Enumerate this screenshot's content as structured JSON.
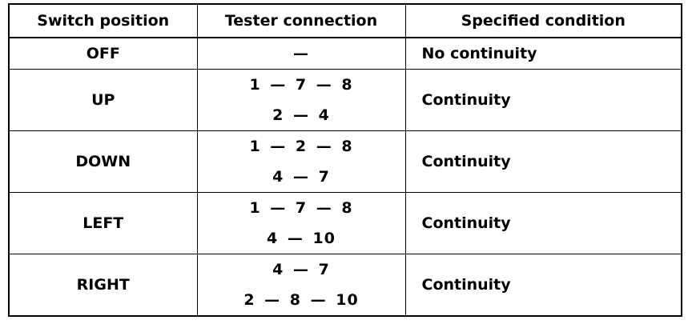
{
  "table": {
    "headers": [
      "Switch position",
      "Tester connection",
      "Specified condition"
    ],
    "rows": [
      {
        "position": "OFF",
        "connections": [
          "—"
        ],
        "condition": "No continuity"
      },
      {
        "position": "UP",
        "connections": [
          "1 — 7 — 8",
          "2 — 4"
        ],
        "condition": "Continuity"
      },
      {
        "position": "DOWN",
        "connections": [
          "1 — 2 — 8",
          "4 — 7"
        ],
        "condition": "Continuity"
      },
      {
        "position": "LEFT",
        "connections": [
          "1 — 7 — 8",
          "4 — 10"
        ],
        "condition": "Continuity"
      },
      {
        "position": "RIGHT",
        "connections": [
          "4 — 7",
          "2 — 8 — 10"
        ],
        "condition": "Continuity"
      }
    ]
  }
}
